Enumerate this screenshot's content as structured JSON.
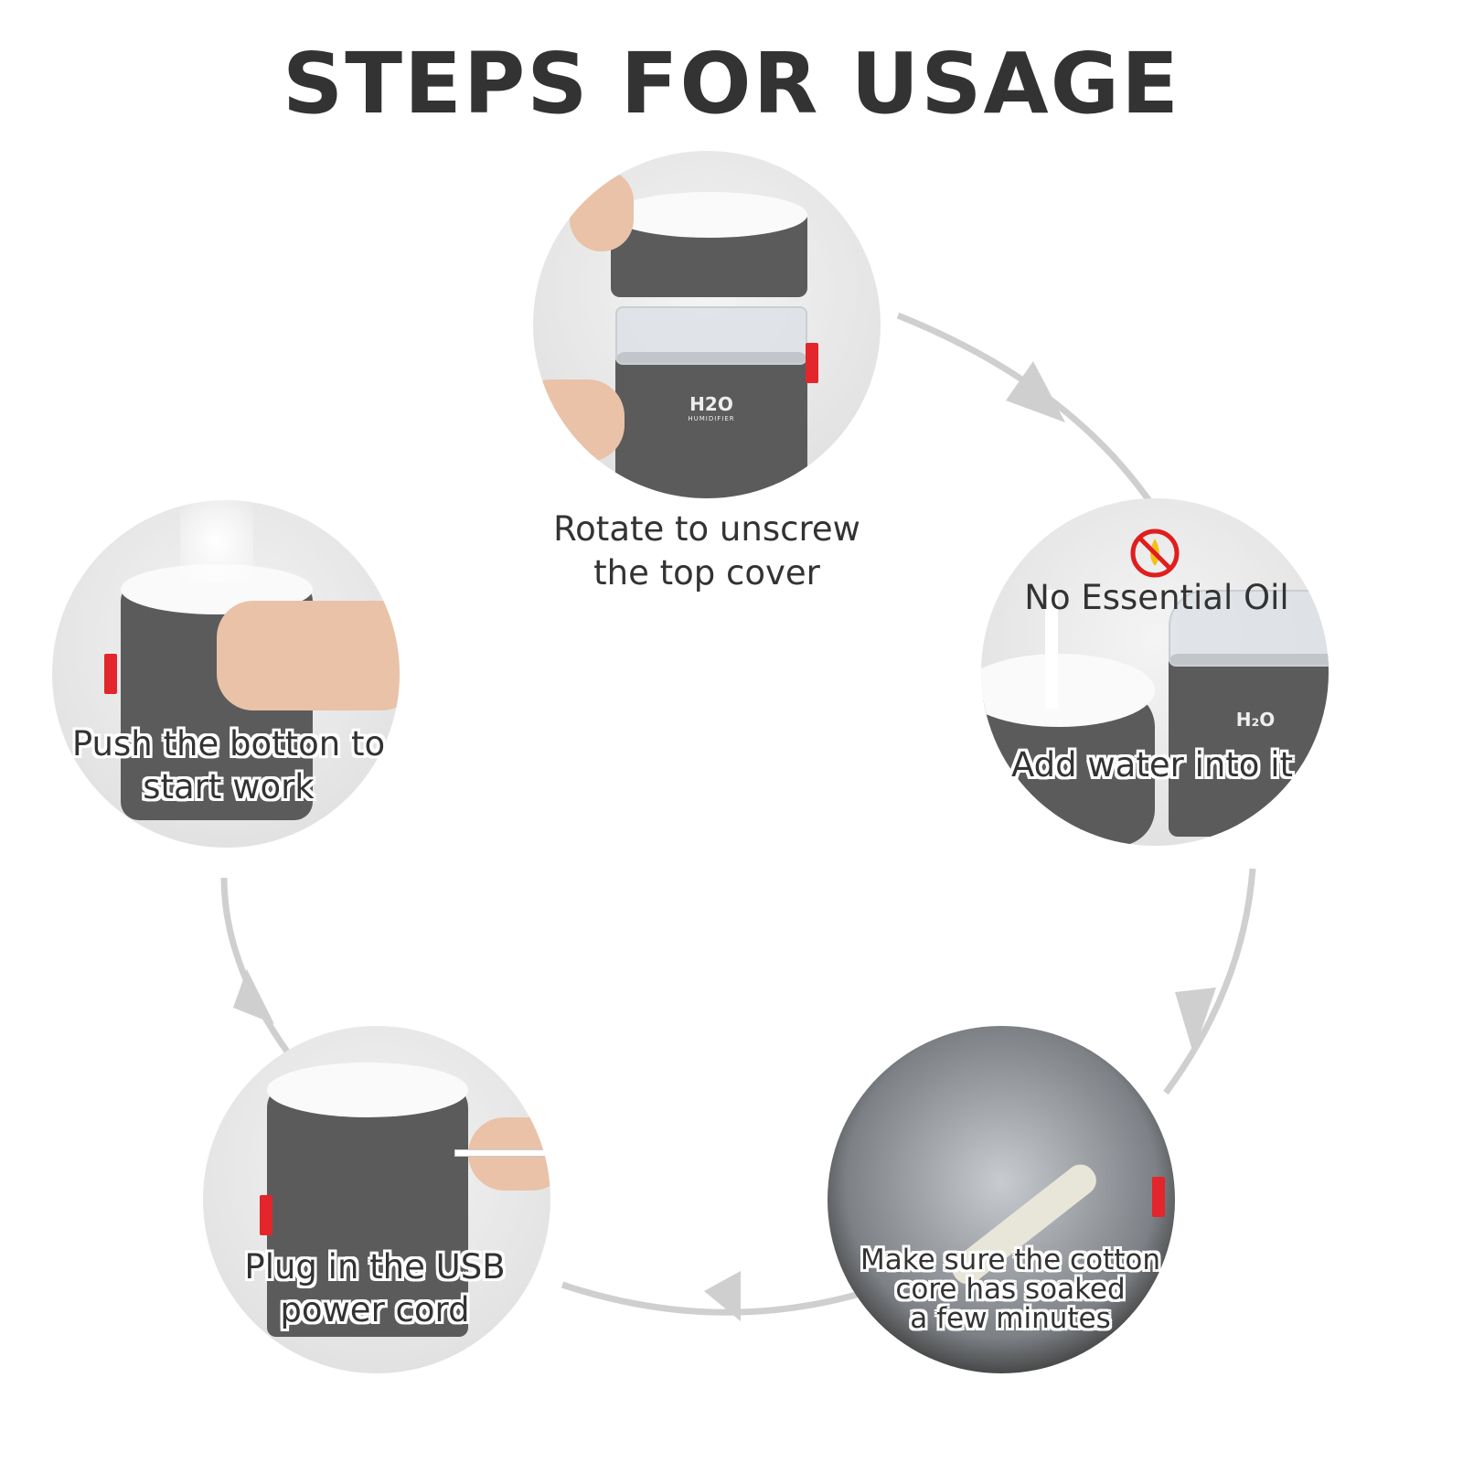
{
  "title": "STEPS FOR USAGE",
  "steps": [
    {
      "label_line1": "Rotate to unscrew",
      "label_line2": "the top cover"
    },
    {
      "warning": "No Essential Oil",
      "label": "Add water into it"
    },
    {
      "label_line1": "Make sure the cotton",
      "label_line2": "core has soaked",
      "label_line3": "a few minutes"
    },
    {
      "label_line1": "Plug in the USB",
      "label_line2": "power cord"
    },
    {
      "label_line1": "Push the botton to",
      "label_line2": "start work"
    }
  ],
  "product": {
    "logo": "H2O",
    "logo_sub": "HUMIDIFIER"
  },
  "colors": {
    "device": "#5b5b5b",
    "arrow": "#cfcfcf",
    "tag": "#e2262b",
    "text": "#333333"
  }
}
